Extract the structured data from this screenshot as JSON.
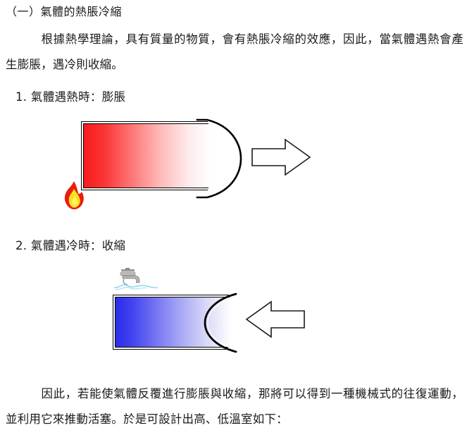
{
  "document": {
    "heading": "（一）氣體的熱脹冷縮",
    "paragraph_top": "根據熱學理論，具有質量的物質，會有熱脹冷縮的效應，因此，當氣體遇熱會產生膨脹，遇冷則收縮。",
    "paragraph_bottom": "因此，若能使氣體反覆進行膨脹與收縮，那將可以得到一種機械式的往復運動，並利用它來推動活塞。於是可設計出高、低溫室如下："
  },
  "items": [
    {
      "number": "1.",
      "label": "氣體遇熱時：膨脹"
    },
    {
      "number": "2.",
      "label": "氣體遇冷時：收縮"
    }
  ],
  "figures": [
    {
      "name": "expansion-diagram",
      "icon": "flame-icon",
      "cylinder_fill": "red-gradient",
      "piston_shape": "convex-arc",
      "arrow": "right-arrow",
      "colors": {
        "hot_start": "#f81c1c",
        "hot_end": "#ffffff",
        "outline": "#000000"
      }
    },
    {
      "name": "contraction-diagram",
      "icon": "faucet-icon",
      "cylinder_fill": "blue-gradient",
      "piston_shape": "concave-arc",
      "arrow": "left-arrow",
      "colors": {
        "cold_start": "#2b2beb",
        "cold_end": "#ffffff",
        "water": "#7ec8e8",
        "outline": "#000000"
      }
    }
  ]
}
